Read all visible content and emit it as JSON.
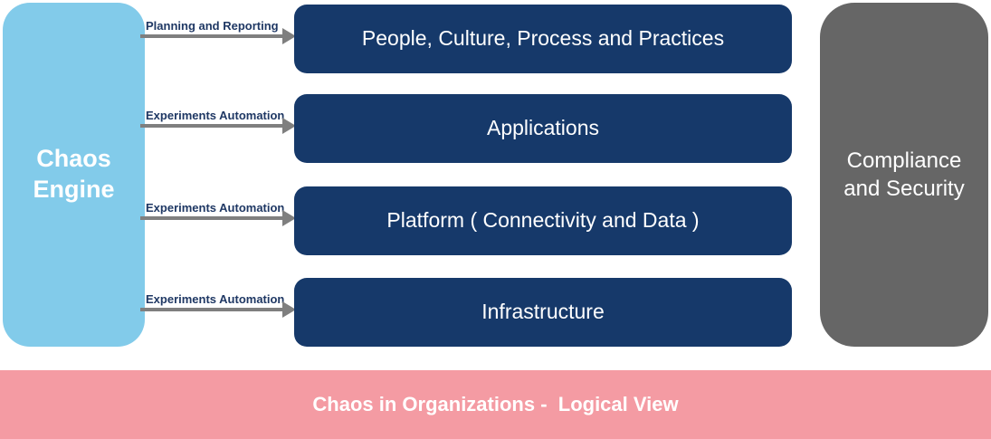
{
  "chaos_engine": {
    "label": "Chaos Engine"
  },
  "layers": [
    {
      "arrow_label": "Planning and Reporting",
      "label": "People, Culture, Process and Practices"
    },
    {
      "arrow_label": "Experiments Automation",
      "label": "Applications"
    },
    {
      "arrow_label": "Experiments Automation",
      "label": "Platform ( Connectivity and Data )"
    },
    {
      "arrow_label": "Experiments Automation",
      "label": "Infrastructure"
    }
  ],
  "compliance": {
    "label": "Compliance and Security"
  },
  "title_banner": {
    "label": "Chaos in Organizations -  Logical View"
  },
  "colors": {
    "chaos_engine": "#82CBEA",
    "layer_box": "#16396A",
    "compliance_box": "#666666",
    "banner": "#F49BA3",
    "arrow": "#7F7F7F",
    "arrow_label": "#1F3864"
  }
}
